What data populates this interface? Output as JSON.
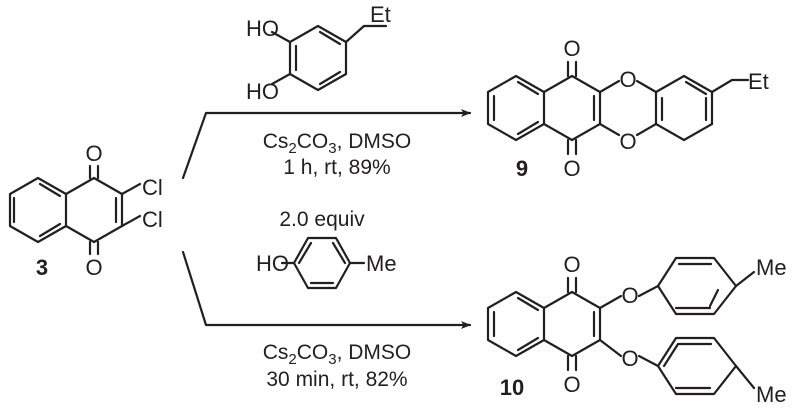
{
  "reactant": {
    "number": "3",
    "o_top": "O",
    "o_bottom": "O",
    "cl_top": "Cl",
    "cl_bottom": "Cl"
  },
  "reagent_top": {
    "ho_upper": "HO",
    "ho_lower": "HO",
    "substituent": "Et"
  },
  "conditions_top": {
    "base_main": "Cs",
    "base_sub1": "2",
    "base_mid": "CO",
    "base_sub2": "3",
    "solvent": ", DMSO",
    "line2": "1 h, rt, 89%"
  },
  "reagent_bottom": {
    "equiv": "2.0 equiv",
    "ho": "HO",
    "substituent": "Me"
  },
  "conditions_bottom": {
    "base_main": "Cs",
    "base_sub1": "2",
    "base_mid": "CO",
    "base_sub2": "3",
    "solvent": ", DMSO",
    "line2": "30 min, rt, 82%"
  },
  "product_top": {
    "number": "9",
    "o_top": "O",
    "o_bottom": "O",
    "o_ring_top": "O",
    "o_ring_bottom": "O",
    "substituent": "Et"
  },
  "product_bottom": {
    "number": "10",
    "o_top": "O",
    "o_bottom": "O",
    "o_ether_top": "O",
    "o_ether_bottom": "O",
    "me_top": "Me",
    "me_bottom": "Me"
  },
  "colors": {
    "ink": "#231f20",
    "background": "#ffffff"
  }
}
